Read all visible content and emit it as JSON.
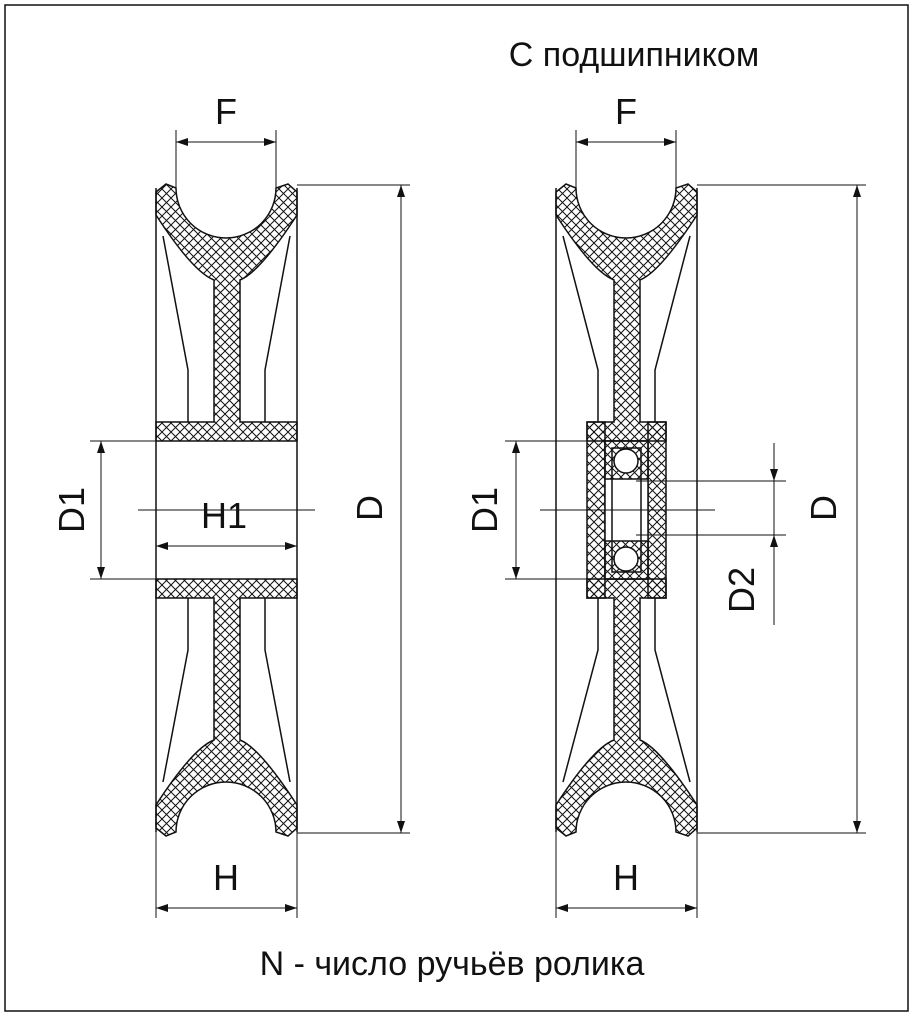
{
  "title": "С подшипником",
  "caption": "N - число ручьёв ролика",
  "left_view": {
    "label_F": "F",
    "label_D1": "D1",
    "label_H1": "H1",
    "label_D": "D",
    "label_H": "H"
  },
  "right_view": {
    "label_F": "F",
    "label_D1": "D1",
    "label_D": "D",
    "label_D2": "D2",
    "label_H": "H"
  },
  "colors": {
    "line": "#111111",
    "background": "#ffffff"
  }
}
